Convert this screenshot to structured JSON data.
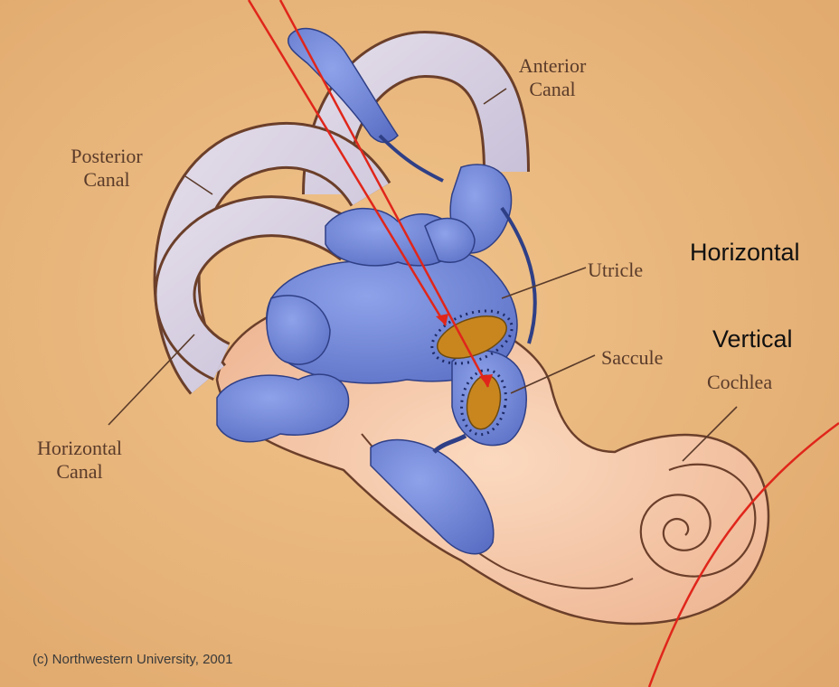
{
  "labels": {
    "anterior_canal": "Anterior\nCanal",
    "posterior_canal": "Posterior\nCanal",
    "horizontal_canal": "Horizontal\nCanal",
    "utricle": "Utricle",
    "saccule": "Saccule",
    "cochlea": "Cochlea",
    "horizontal_annotation": "Horizontal",
    "vertical_annotation": "Vertical"
  },
  "copyright": "(c) Northwestern University, 2001",
  "colors": {
    "background": "#e8b67e",
    "membrane_blue": "#6f86d6",
    "bony_labyrinth": "#f4c4a4",
    "otolith_orange": "#c9861f",
    "annotation_red": "#e0261b",
    "label_text": "#5a3b2a"
  }
}
